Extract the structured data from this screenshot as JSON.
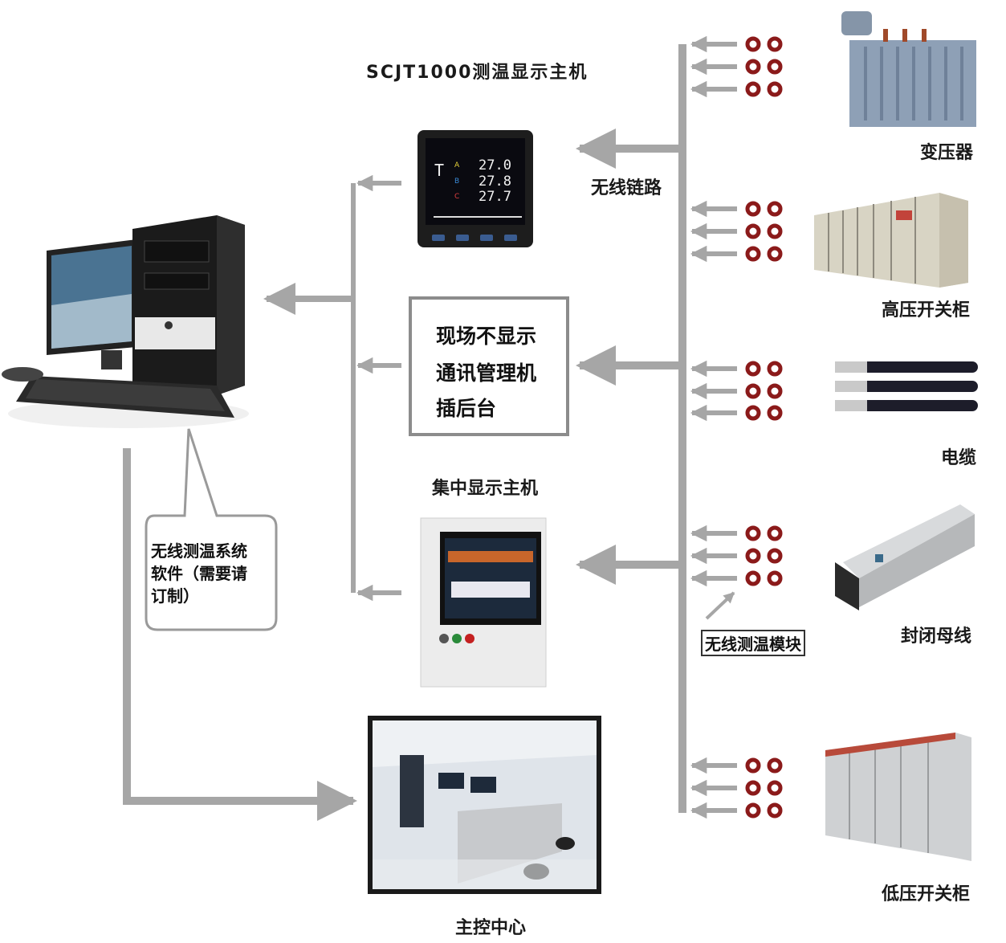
{
  "labels": {
    "display_host": "SCJT1000测温显示主机",
    "wireless_link": "无线链路",
    "concentrator": [
      "现场不显示",
      "通讯管理机",
      "插后台"
    ],
    "central_display": "集中显示主机",
    "software": [
      "无线测温系统",
      "软件（需要请",
      "订制）"
    ],
    "wireless_module": "无线测温模块",
    "control_center": "主控中心"
  },
  "equipment": [
    "变压器",
    "高压开关柜",
    "电缆",
    "封闭母线",
    "低压开关柜"
  ],
  "meter": {
    "phase_a": "A",
    "phase_b": "B",
    "phase_c": "C",
    "t_symbol": "T",
    "val_a": "27.0",
    "val_b": "27.8",
    "val_c": "27.7"
  },
  "colors": {
    "line": "#a6a6a6",
    "sensor_ring": "#8b1a1a",
    "meter_a": "#e6d23a",
    "meter_b": "#3a8ad6",
    "meter_c": "#e04040"
  }
}
